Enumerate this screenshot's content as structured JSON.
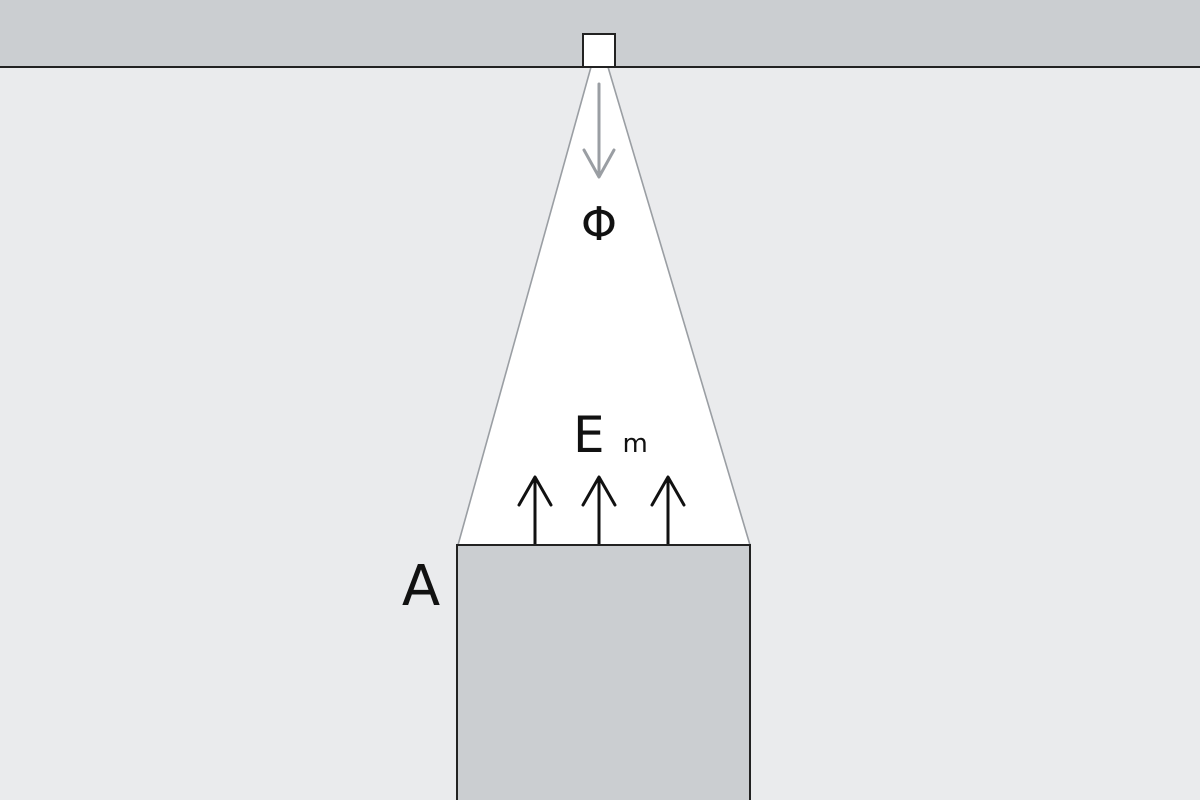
{
  "diagram": {
    "flux_symbol": "Φ",
    "illuminance_symbol": "E",
    "illuminance_subscript": "m",
    "area_label": "A"
  },
  "colors": {
    "background": "#eaebed",
    "ceiling": "#cbced1",
    "surface": "#cbced1",
    "light_cone": "#ffffff",
    "cone_edge": "#9a9ea3",
    "flux_arrow": "#9a9ea3",
    "illuminance_arrows": "#111111",
    "outline": "#222222"
  }
}
